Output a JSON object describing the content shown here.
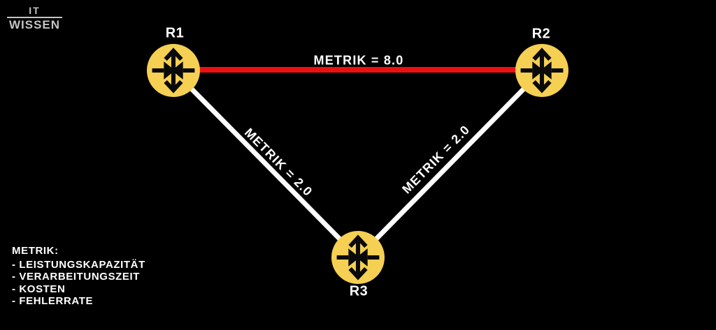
{
  "brand": {
    "line1": "IT",
    "line2": "WISSEN"
  },
  "colors": {
    "background": "#000000",
    "router_fill": "#F5D053",
    "link_red": "#ED1010",
    "link_white": "#FFFFFF",
    "label_text": "#FFFFFF",
    "logo_gray": "#C4C4C4"
  },
  "diagram": {
    "nodes": [
      {
        "id": "R1",
        "label": "R1"
      },
      {
        "id": "R2",
        "label": "R2"
      },
      {
        "id": "R3",
        "label": "R3"
      }
    ],
    "links": [
      {
        "from": "R1",
        "to": "R2",
        "label": "METRIK = 8.0",
        "metric": 8.0,
        "color": "#ED1010"
      },
      {
        "from": "R1",
        "to": "R3",
        "label": "METRIK = 2.0",
        "metric": 2.0,
        "color": "#FFFFFF"
      },
      {
        "from": "R2",
        "to": "R3",
        "label": "METRIK = 2.0",
        "metric": 2.0,
        "color": "#FFFFFF"
      }
    ]
  },
  "legend": {
    "title": "METRIK:",
    "items": [
      "- LEISTUNGSKAPAZITÄT",
      "- VERARBEITUNGSZEIT",
      "- KOSTEN",
      "- FEHLERRATE"
    ]
  }
}
